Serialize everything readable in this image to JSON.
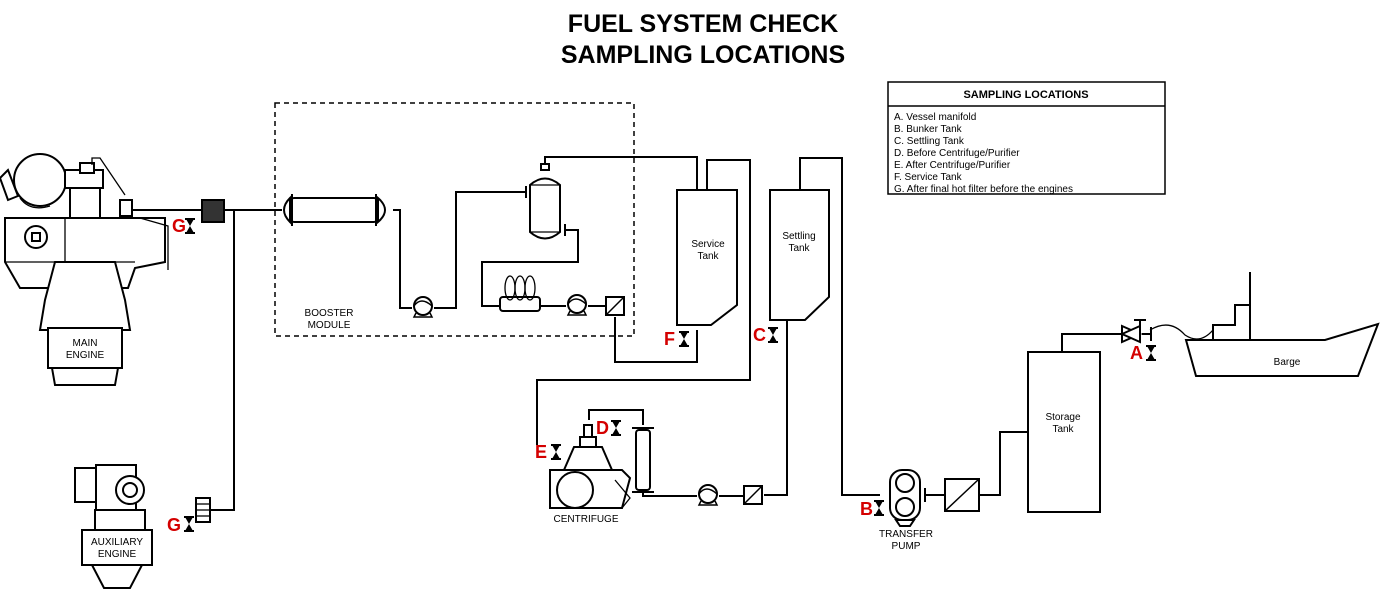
{
  "title": {
    "line1": "FUEL SYSTEM CHECK",
    "line2": "SAMPLING LOCATIONS"
  },
  "legend": {
    "heading": "SAMPLING LOCATIONS",
    "items": [
      "A. Vessel manifold",
      "B. Bunker Tank",
      "C. Settling Tank",
      "D. Before Centrifuge/Purifier",
      "E. After Centrifuge/Purifier",
      "F. Service Tank",
      "G. After final hot filter before the engines"
    ]
  },
  "equipment": {
    "main_engine": [
      "MAIN",
      "ENGINE"
    ],
    "auxiliary_engine": [
      "AUXILIARY",
      "ENGINE"
    ],
    "booster_module": [
      "BOOSTER",
      "MODULE"
    ],
    "service_tank": [
      "Service",
      "Tank"
    ],
    "settling_tank": [
      "Settling",
      "Tank"
    ],
    "storage_tank": [
      "Storage",
      "Tank"
    ],
    "barge": "Barge",
    "centrifuge": "CENTRIFUGE",
    "transfer_pump": [
      "TRANSFER",
      "PUMP"
    ]
  },
  "sampling_points": {
    "A": "A",
    "B": "B",
    "C": "C",
    "D": "D",
    "E": "E",
    "F": "F",
    "G_main": "G",
    "G_aux": "G"
  },
  "colors": {
    "sampling_mark": "#d40000",
    "line": "#000000"
  }
}
